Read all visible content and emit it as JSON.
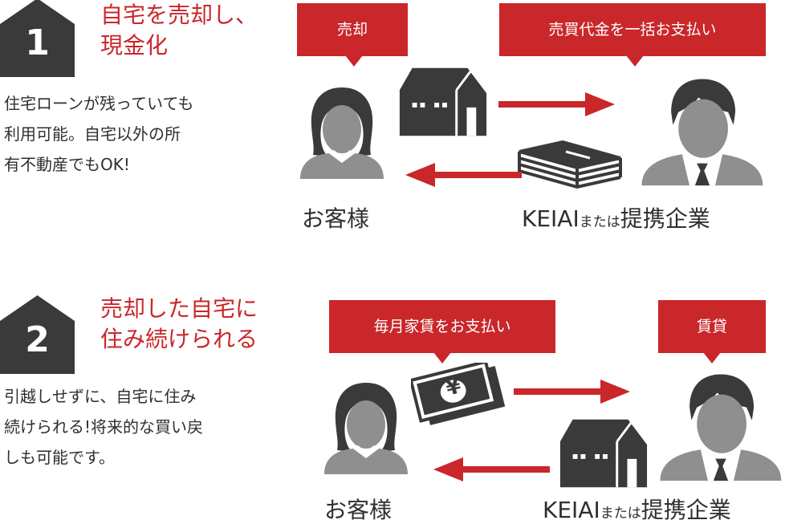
{
  "colors": {
    "accent": "#c9272a",
    "dark": "#3a3a3a",
    "gray": "#8f8f8f",
    "white": "#ffffff"
  },
  "steps": [
    {
      "number": "1",
      "title_lines": [
        "自宅を売却し、",
        "現金化"
      ],
      "desc_lines": [
        "住宅ローンが残っていても",
        "利用可能。自宅以外の所",
        "有不動産でもOK!"
      ],
      "bubble_left": "売却",
      "bubble_right": "売買代金を一括お支払い",
      "customer_label": "お客様",
      "company_label_main": "KEIAI",
      "company_label_small": "または",
      "company_label_end": "提携企業",
      "icons": [
        "woman-icon",
        "house-icon",
        "arrow-right-icon",
        "money-stack-icon",
        "arrow-left-icon",
        "businessman-icon"
      ]
    },
    {
      "number": "2",
      "title_lines": [
        "売却した自宅に",
        "住み続けられる"
      ],
      "desc_lines": [
        "引越しせずに、自宅に住み",
        "続けられる!将来的な買い戻",
        "しも可能です。"
      ],
      "bubble_left": "毎月家賃をお支払い",
      "bubble_right": "賃貸",
      "customer_label": "お客様",
      "company_label_main": "KEIAI",
      "company_label_small": "または",
      "company_label_end": "提携企業",
      "yen_symbol": "¥",
      "icons": [
        "woman-icon",
        "yen-bills-icon",
        "arrow-right-icon",
        "house-icon",
        "arrow-left-icon",
        "businessman-icon"
      ]
    }
  ]
}
